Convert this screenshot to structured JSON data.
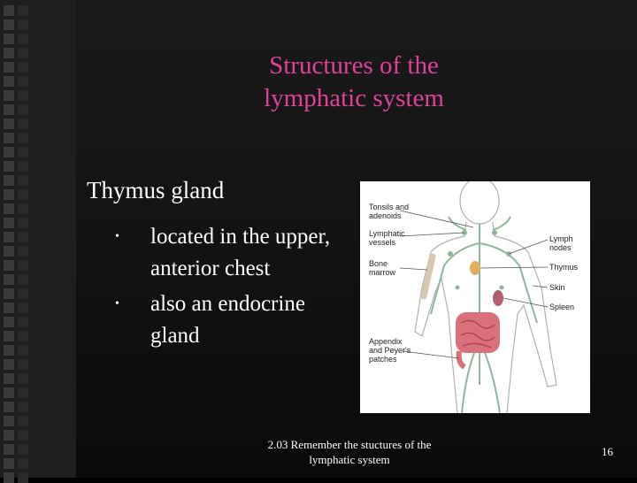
{
  "slide": {
    "title_line1": "Structures of  the",
    "title_line2": "lymphatic system",
    "heading": "Thymus gland",
    "bullets": [
      {
        "line1": "located in the upper,",
        "line2": "anterior chest"
      },
      {
        "line1": "also an endocrine",
        "line2": "gland"
      }
    ],
    "bullet_symbol": "•",
    "footer_line1": "2.03 Remember the stuctures of the",
    "footer_line2": "lymphatic system",
    "page_number": "16"
  },
  "figure": {
    "labels_left": {
      "tonsils_line1": "Tonsils and",
      "tonsils_line2": "adenoids",
      "vessels_line1": "Lymphatic",
      "vessels_line2": "vessels",
      "marrow_line1": "Bone",
      "marrow_line2": "marrow",
      "appendix_line1": "Appendix",
      "appendix_line2": "and Peyer's",
      "appendix_line3": "patches"
    },
    "labels_right": {
      "nodes_line1": "Lymph",
      "nodes_line2": "nodes",
      "thymus": "Thymus",
      "skin": "Skin",
      "spleen": "Spleen"
    }
  },
  "colors": {
    "title": "#e0409a",
    "text": "#ffffff",
    "lymph_green": "#8fb89a",
    "intestine": "#d9707a",
    "thymus": "#e0b060"
  }
}
